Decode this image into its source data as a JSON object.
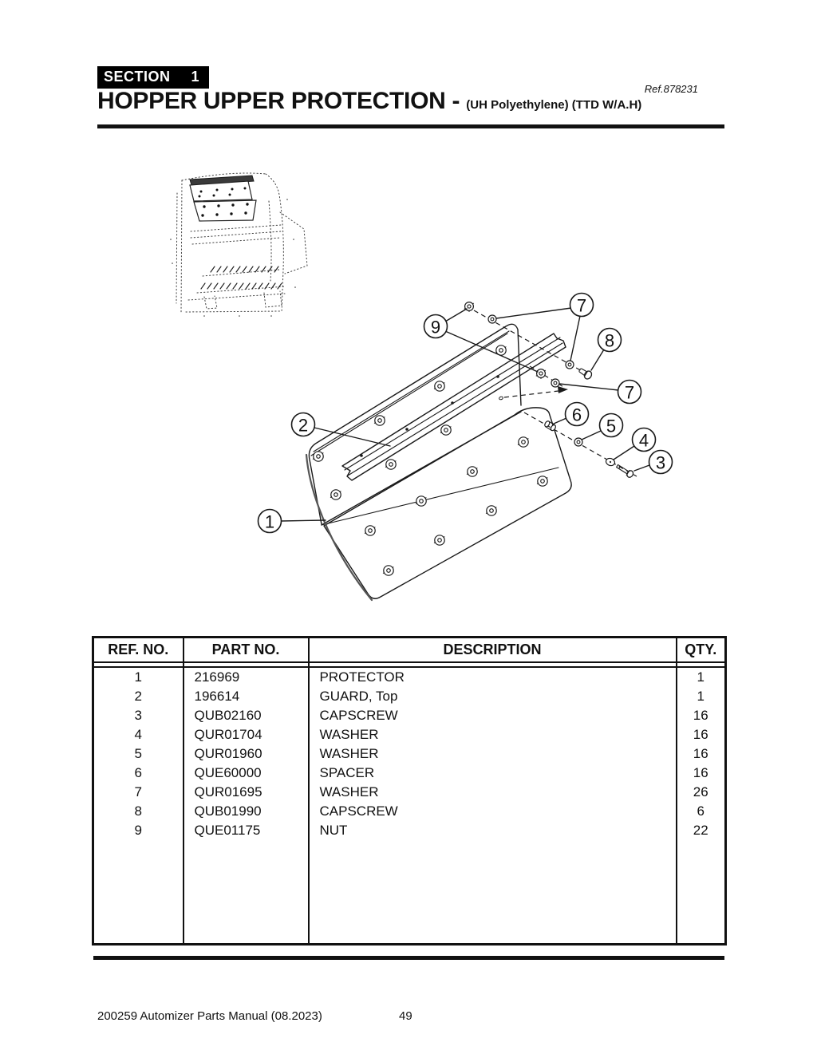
{
  "header": {
    "section_label": "SECTION",
    "section_number": "1",
    "title": "HOPPER UPPER PROTECTION -",
    "subtitle": "(UH Polyethylene)  (TTD W/A.H)",
    "ref": "Ref.878231"
  },
  "diagram": {
    "callouts": [
      "1",
      "2",
      "3",
      "4",
      "5",
      "6",
      "7",
      "7",
      "8",
      "9"
    ]
  },
  "table": {
    "headers": [
      "REF. NO.",
      "PART NO.",
      "DESCRIPTION",
      "QTY."
    ],
    "rows": [
      {
        "ref": "1",
        "part": "216969",
        "desc": "PROTECTOR",
        "qty": "1"
      },
      {
        "ref": "2",
        "part": "196614",
        "desc": "GUARD, Top",
        "qty": "1"
      },
      {
        "ref": "3",
        "part": "QUB02160",
        "desc": "CAPSCREW",
        "qty": "16"
      },
      {
        "ref": "4",
        "part": "QUR01704",
        "desc": "WASHER",
        "qty": "16"
      },
      {
        "ref": "5",
        "part": "QUR01960",
        "desc": "WASHER",
        "qty": "16"
      },
      {
        "ref": "6",
        "part": "QUE60000",
        "desc": "SPACER",
        "qty": "16"
      },
      {
        "ref": "7",
        "part": "QUR01695",
        "desc": "WASHER",
        "qty": "26"
      },
      {
        "ref": "8",
        "part": "QUB01990",
        "desc": "CAPSCREW",
        "qty": "6"
      },
      {
        "ref": "9",
        "part": "QUE01175",
        "desc": "NUT",
        "qty": "22"
      }
    ]
  },
  "footer": {
    "manual": "200259 Automizer Parts Manual (08.2023)",
    "page": "49"
  }
}
